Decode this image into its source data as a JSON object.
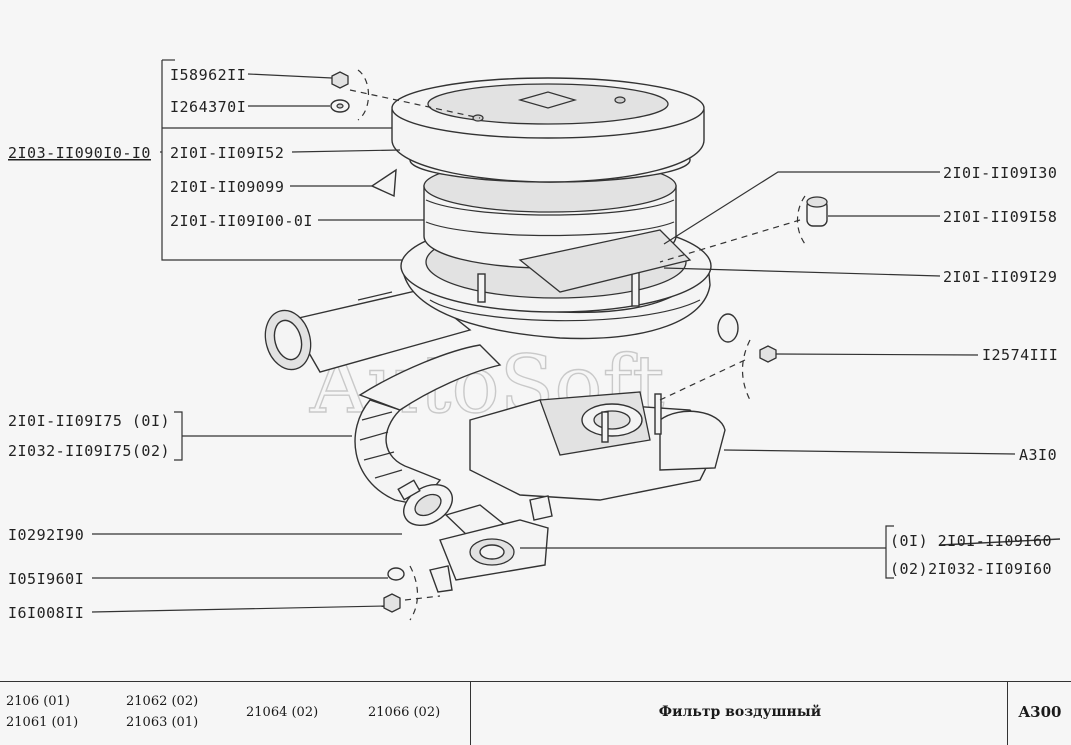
{
  "watermark": "AutoSoft",
  "labels": {
    "assembly": "2I03-II090I0-I0",
    "p1": "I58962II",
    "p2": "I264370I",
    "p3": "2I0I-II09I52",
    "p4": "2I0I-II09099",
    "p5": "2I0I-II09I00-0I",
    "p6": "2I0I-II09I30",
    "p7": "2I0I-II09I58",
    "p8": "2I0I-II09I29",
    "p9": "I2574III",
    "p10a": "2I0I-II09I75 (0I)",
    "p10b": "2I032-II09I75(02)",
    "p11": "A3I0",
    "p12": "I0292I90",
    "p13a": "(0I) 2I0I-II09I60",
    "p13b": "(02)2I032-II09I60",
    "p14": "I05I960I",
    "p15": "I6I008II"
  },
  "footer": {
    "models": [
      "2106 (01)",
      "21061 (01)",
      "21062 (02)",
      "21063 (01)",
      "21064 (02)",
      "21066 (02)"
    ],
    "title": "Фильтр воздушный",
    "code": "A300"
  }
}
